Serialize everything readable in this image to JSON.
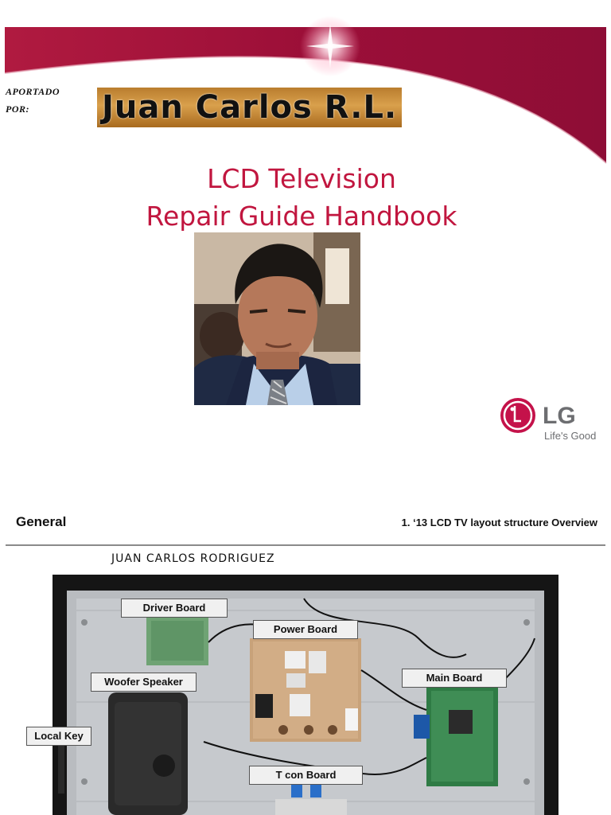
{
  "cover": {
    "aportado_line1": "APORTADO",
    "aportado_line2": "POR:",
    "author_name": "Juan Carlos R.L.",
    "title_line1": "LCD Television",
    "title_line2": "Repair Guide Handbook",
    "brand_name": "LG",
    "brand_slogan": "Life's Good",
    "colors": {
      "accent": "#c1163f",
      "banner_dark": "#8e0d36",
      "banner_mid": "#b8103f"
    }
  },
  "slide": {
    "section_title": "General",
    "heading": "1. ‘13 LCD TV layout structure Overview",
    "author_subtitle": "JUAN CARLOS RODRIGUEZ",
    "components": {
      "driver_board": "Driver Board",
      "power_board": "Power Board",
      "woofer_speaker": "Woofer Speaker",
      "main_board": "Main Board",
      "local_key": "Local Key",
      "tcon_board": "T con Board"
    }
  }
}
